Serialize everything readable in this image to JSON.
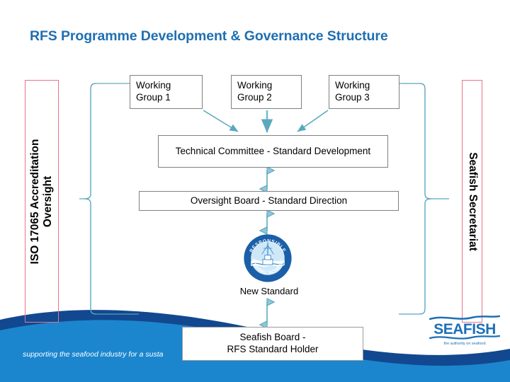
{
  "slide": {
    "title": "RFS Programme Development & Governance Structure",
    "footer_tagline": "supporting the seafood industry for a susta",
    "background_color": "#ffffff",
    "title_color": "#1F6FB2",
    "wave_dark_color": "#12488F",
    "wave_light_color": "#1B86CE",
    "connector_color": "#5BA8BE",
    "side_box_border_color": "#E8748C",
    "flow_box_border_color": "#808080"
  },
  "side_labels": {
    "left": {
      "name": "iso-accreditation-oversight",
      "text": "ISO 17065 Accreditation\nOversight",
      "line1": "ISO 17065 Accreditation",
      "line2": "Oversight",
      "rotation_deg": -90
    },
    "right": {
      "name": "seafish-secretariat",
      "text": "Seafish Secretariat",
      "rotation_deg": 90
    }
  },
  "working_groups": [
    {
      "id": "wg1",
      "text": "Working\nGroup 1"
    },
    {
      "id": "wg2",
      "text": "Working\nGroup 2"
    },
    {
      "id": "wg3",
      "text": "Working\nGroup 3"
    }
  ],
  "flow_boxes": {
    "technical_committee": "Technical Committee -  Standard Development",
    "oversight_board": "Oversight Board -  Standard Direction",
    "seafish_board": "Seafish Board -\nRFS Standard Holder",
    "new_standard_label": "New Standard"
  },
  "rfs_logo": {
    "name": "responsible-fishing-scheme-logo",
    "top_arc_text": "RESPONSIBLE",
    "bottom_arc_text": "FISHING SCHEME",
    "ring_color": "#1A5FA8",
    "inner_color": "#BEE0F5"
  },
  "seafish_logo": {
    "name": "seafish-logo",
    "wordmark": "SEAFISH",
    "tagline": "the authority on seafood",
    "color": "#1D70B7"
  }
}
